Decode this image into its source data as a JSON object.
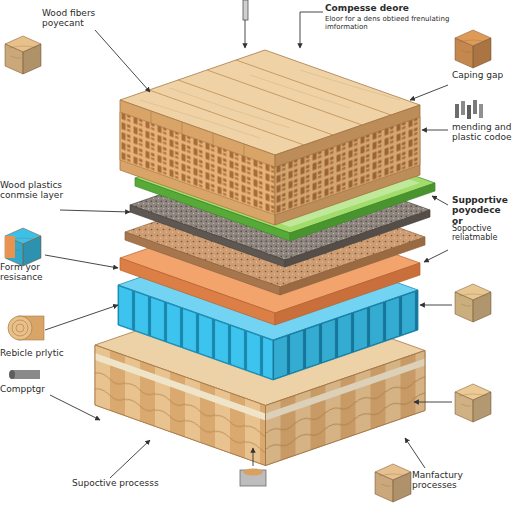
{
  "diagram": {
    "labels": [
      "Wood fibers poyecant",
      "Compesse deore",
      "Eloor for a dens obtieed frenulating imformation",
      "Wood plastics conmsie layer",
      "Caping gap",
      "mending and plastic codoe",
      "Form yor resisance",
      "Supportive poyodece or",
      "Sopoctive reliatmable",
      "Rebicle prlytic",
      "Compptgr",
      "Supoctive processs",
      "Manfactury processes"
    ]
  }
}
